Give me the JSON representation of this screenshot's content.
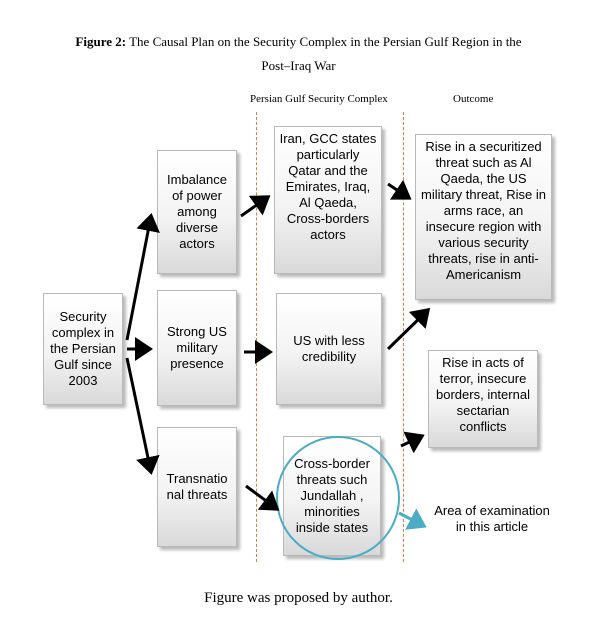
{
  "title": {
    "lead": "Figure 2:",
    "text": "The Causal Plan on the Security Complex in the Persian Gulf Region in the",
    "line2": "Post–Iraq War"
  },
  "columns": {
    "middle": "Persian Gulf Security Complex",
    "right": "Outcome"
  },
  "boxes": {
    "security_complex": "Security complex in the Persian Gulf since 2003",
    "imbalance": "Imbalance of power among diverse actors",
    "strong_us": "Strong US military presence",
    "transnational": "Transnatio nal threats",
    "iran_gcc": "Iran, GCC states particularly Qatar and the Emirates, Iraq, Al Qaeda, Cross-borders actors",
    "us_less_cred": "US with less credibility",
    "cross_border": "Cross-border threats such Jundallah , minorities inside states",
    "rise_securitized": "Rise in a securitized threat such as Al Qaeda, the US military threat, Rise in arms race, an insecure region with various security threats, rise in anti-Americanism",
    "rise_terror": "Rise in acts of terror, insecure borders, internal sectarian conflicts"
  },
  "annotation": "Area of examination in this article",
  "caption": "Figure was proposed by author.",
  "colors": {
    "dashed_line": "#e8783c",
    "highlight": "#4bacc6",
    "box_border": "#b9b9b9"
  }
}
